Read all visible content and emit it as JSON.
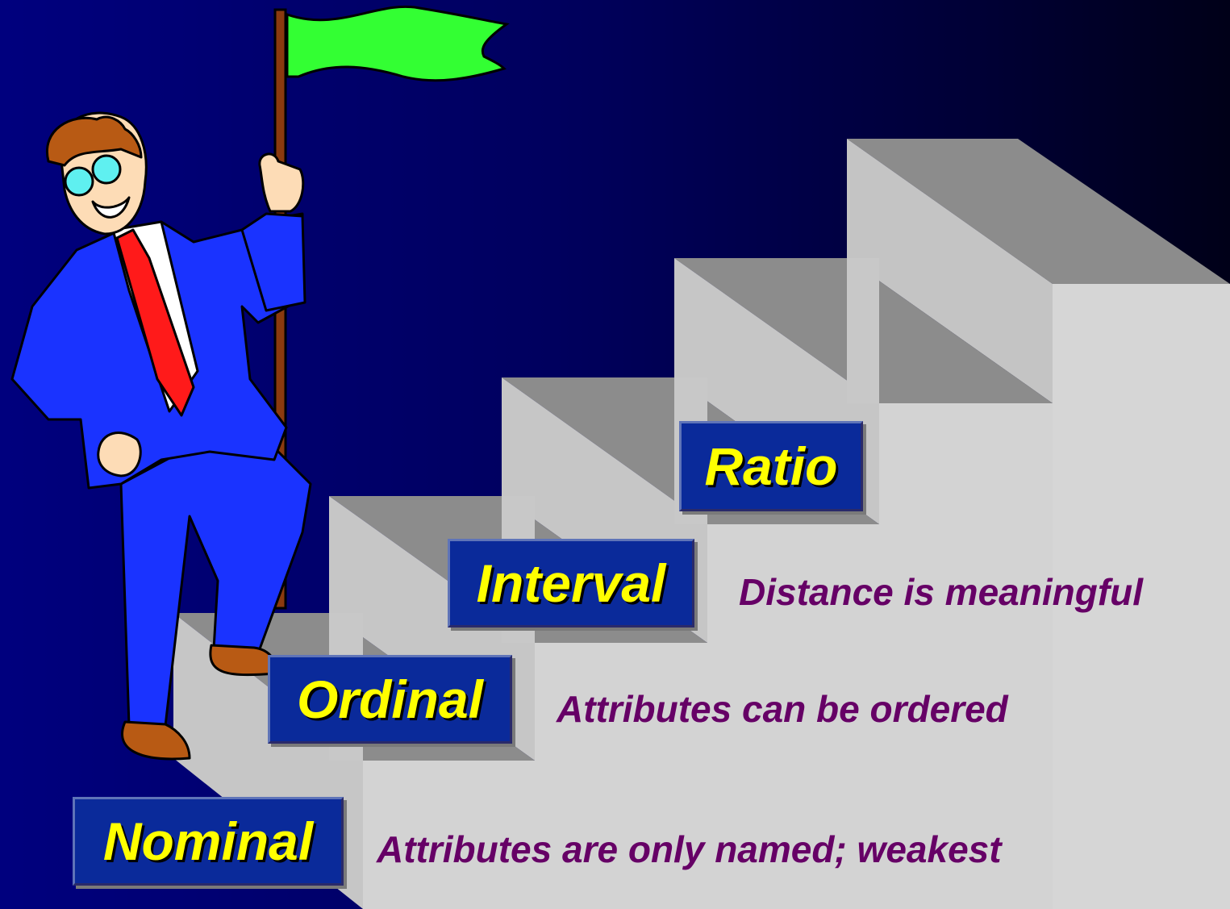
{
  "colors": {
    "background": "#00007e",
    "step_top": "#8c8c8c",
    "step_riser": "#d3d3d3",
    "label_box": "#0a2a9a",
    "label_text": "#ffff00",
    "description_text": "#660066",
    "flag": "#33ff33",
    "suit": "#1a33ff",
    "tie": "#ff1a1a"
  },
  "illustration": {
    "figure": "businessman-holding-flag",
    "flag_icon": "green-flag-icon"
  },
  "levels": [
    {
      "label": "Nominal",
      "description": "Attributes are only named; weakest"
    },
    {
      "label": "Ordinal",
      "description": "Attributes can be ordered"
    },
    {
      "label": "Interval",
      "description": "Distance is meaningful"
    },
    {
      "label": "Ratio",
      "description": ""
    }
  ]
}
